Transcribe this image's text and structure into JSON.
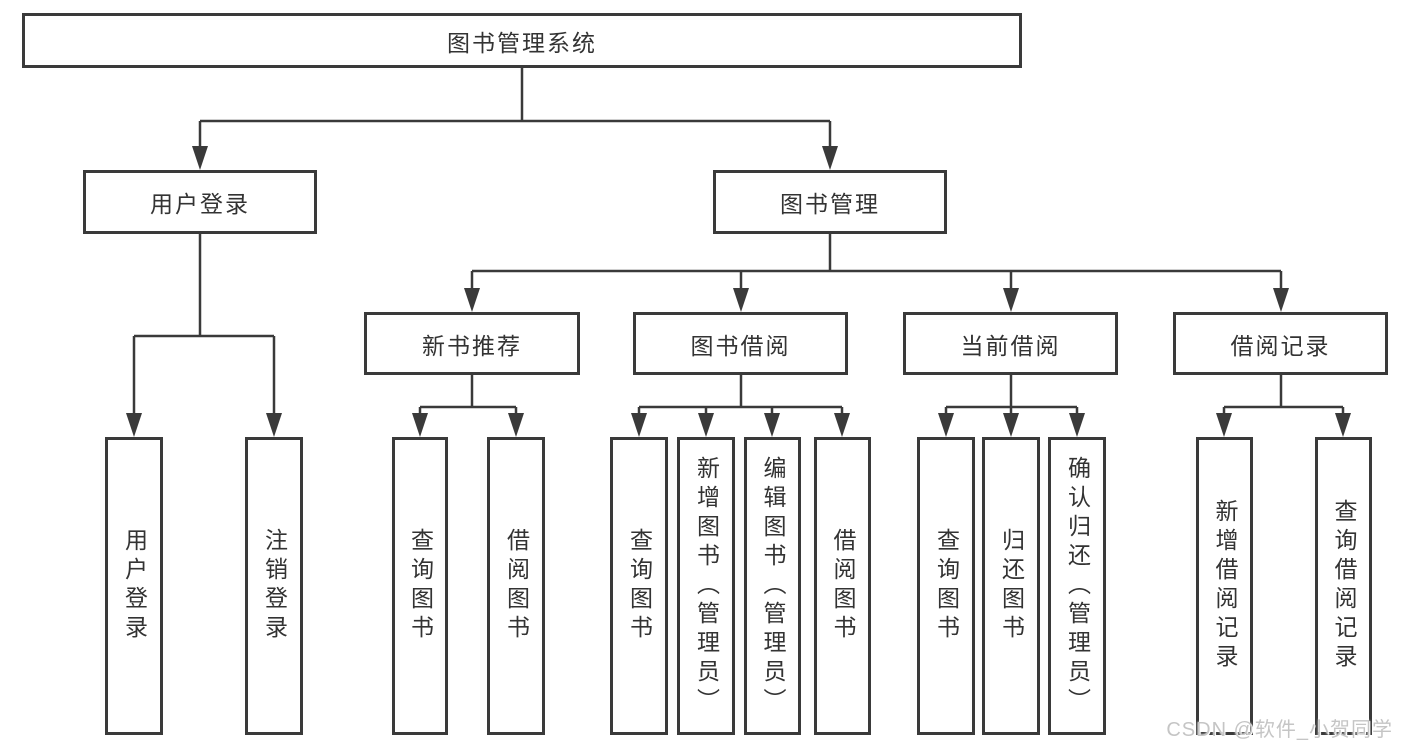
{
  "diagram_type": "functional-structure-tree",
  "colors": {
    "line": "#3a3a3a",
    "text": "#333333",
    "box_fill": "#ffffff",
    "watermark": "#c5c5c5"
  },
  "watermark": "CSDN @软件_小贺同学",
  "tree": {
    "label": "图书管理系统",
    "children": [
      {
        "label": "用户登录",
        "children": [
          {
            "label": "用户登录"
          },
          {
            "label": "注销登录"
          }
        ]
      },
      {
        "label": "图书管理",
        "children": [
          {
            "label": "新书推荐",
            "children": [
              {
                "label": "查询图书"
              },
              {
                "label": "借阅图书"
              }
            ]
          },
          {
            "label": "图书借阅",
            "children": [
              {
                "label": "查询图书"
              },
              {
                "label": "新增图书（管理员）"
              },
              {
                "label": "编辑图书（管理员）"
              },
              {
                "label": "借阅图书"
              }
            ]
          },
          {
            "label": "当前借阅",
            "children": [
              {
                "label": "查询图书"
              },
              {
                "label": "归还图书"
              },
              {
                "label": "确认归还（管理员）"
              }
            ]
          },
          {
            "label": "借阅记录",
            "children": [
              {
                "label": "新增借阅记录"
              },
              {
                "label": "查询借阅记录"
              }
            ]
          }
        ]
      }
    ]
  }
}
